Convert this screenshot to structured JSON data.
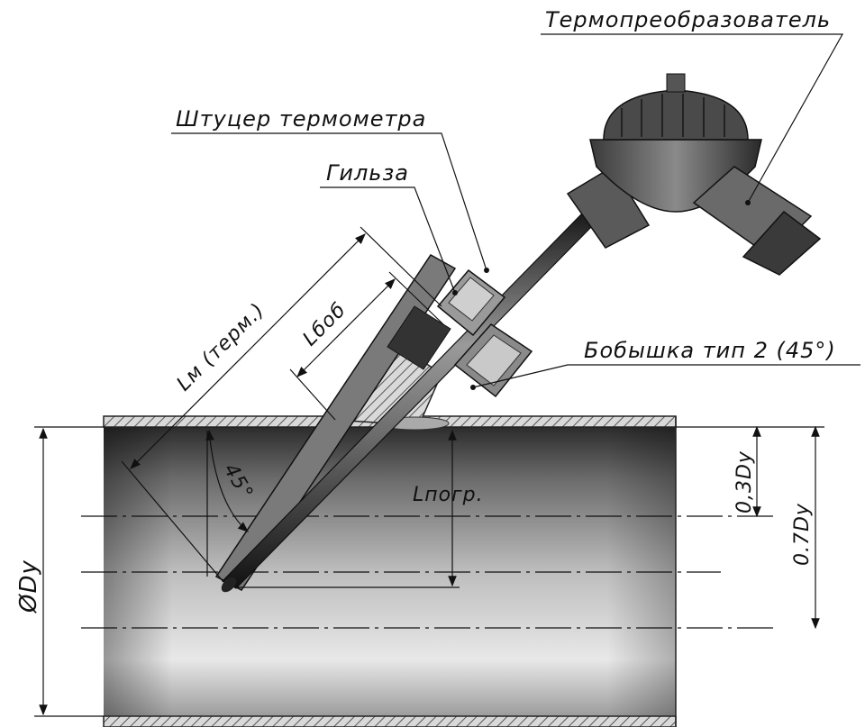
{
  "labels": {
    "transducer": "Термопреобразователь",
    "thermo_fitting": "Штуцер термометра",
    "sleeve": "Гильза",
    "boss": "Бобышка тип 2 (45°)",
    "lm": "Lм (терм.)",
    "lbob": "Lбоб",
    "angle": "45°",
    "lpogr": "Lпогр.",
    "d03": "0,3Dy",
    "d07": "0.7Dy",
    "diameter": "ØDy"
  }
}
